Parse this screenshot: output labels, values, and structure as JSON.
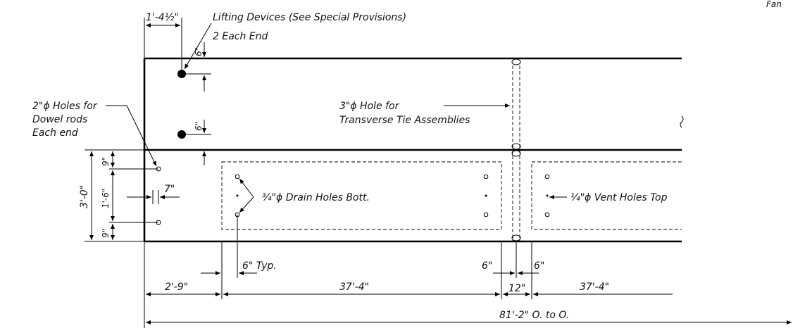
{
  "corner_label": "Fan",
  "labels": {
    "lift_offset": "1'-4½\"",
    "lifting_devices": "Lifting Devices (See Special Provisions)",
    "each_end": "2 Each End",
    "six_top": "6\"",
    "six_mid": "6\"",
    "tie_hole_1": "3\"ϕ Hole for",
    "tie_hole_2": "Transverse Tie Assemblies",
    "dowel_1": "2\"ϕ Holes for",
    "dowel_2": "Dowel rods",
    "dowel_3": "Each end",
    "nine_top": "9\"",
    "nine_bot": "9\"",
    "one_six": "1'-6\"",
    "three_zero": "3'-0\"",
    "seven": "7\"",
    "drain_holes": "¾\"ϕ Drain Holes Bott.",
    "vent_holes": "¼\"ϕ Vent Holes Top",
    "six_typ": "6\" Typ.",
    "six_left": "6\"",
    "six_right": "6\"",
    "twelve": "12\"",
    "dim_2_9": "2'-9\"",
    "dim_37_4_left": "37'-4\"",
    "dim_37_4_right": "37'-4\"",
    "overall": "81'-2\" O. to O."
  }
}
